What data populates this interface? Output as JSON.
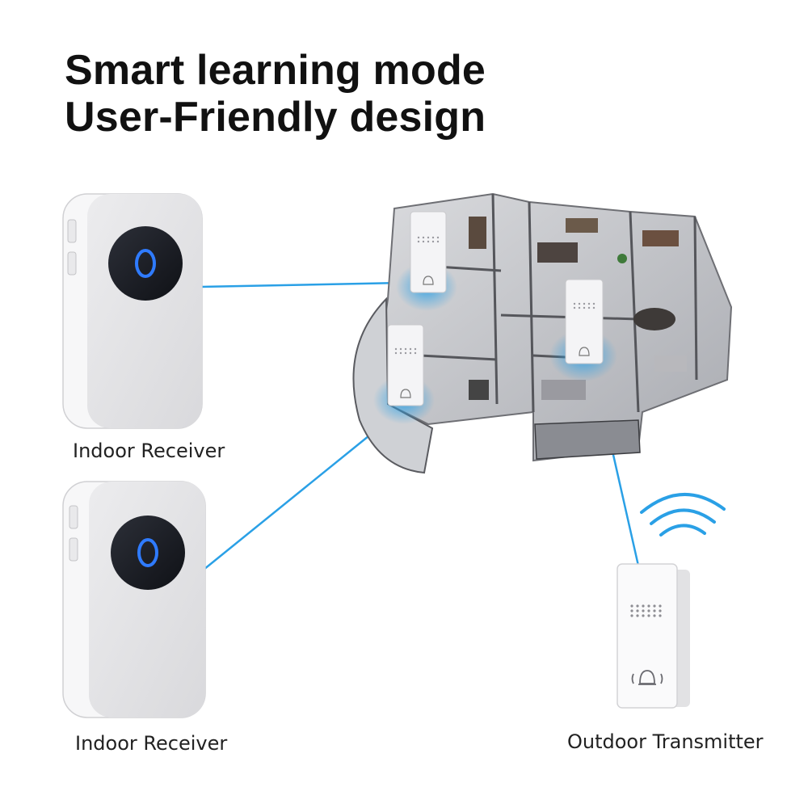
{
  "headline": {
    "line1": "Smart learning mode",
    "line2": "User-Friendly design"
  },
  "labels": {
    "receiver_top": "Indoor Receiver",
    "receiver_bottom": "Indoor Receiver",
    "transmitter": "Outdoor Transmitter"
  },
  "colors": {
    "accent_blue": "#2aa0e6",
    "ring_blue": "#1e6df0",
    "device_face": "#e6e6e8",
    "device_frame": "#ffffff"
  },
  "icons": [
    "bell-icon",
    "wifi-signal-icon",
    "power-ring-icon"
  ]
}
